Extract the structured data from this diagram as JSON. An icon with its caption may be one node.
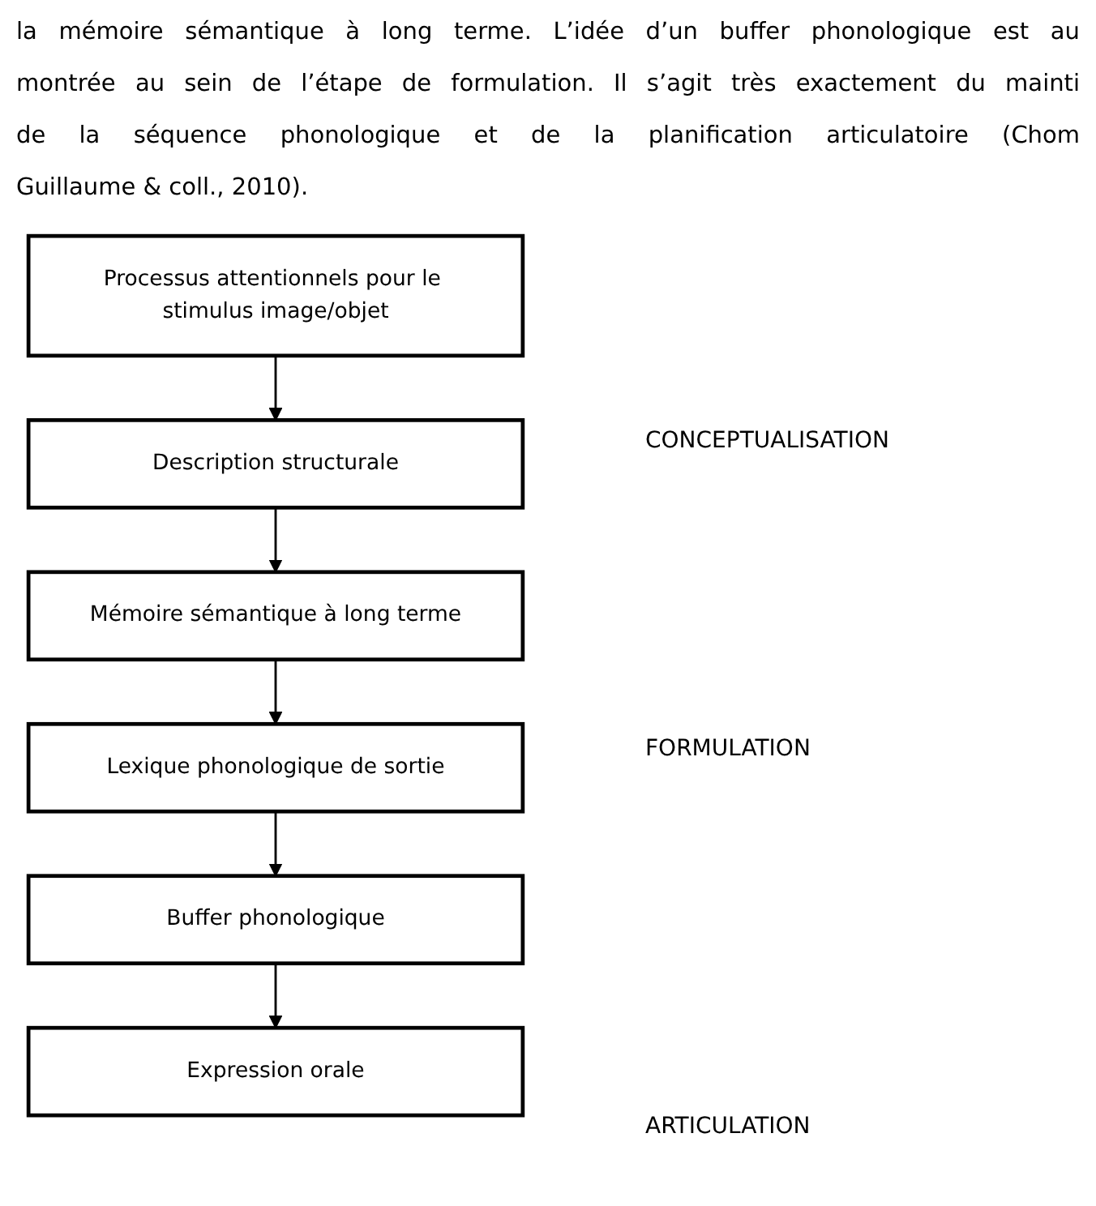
{
  "diagram": {
    "nodes": [
      {
        "text": [
          "Processus attentionnels pour le stimulus image/objet"
        ]
      },
      {
        "text": [
          "Description structurale"
        ]
      },
      {
        "text": [
          "Mémoire sémantique à long terme"
        ]
      },
      {
        "text": [
          "Lexique phonologique de sortie"
        ]
      },
      {
        "text": [
          "Buffer phonologique"
        ]
      },
      {
        "text": [
          "Expression orale"
        ]
      }
    ],
    "edges": [
      {
        "from": 0,
        "to": 1,
        "arrow": "to"
      },
      {
        "from": 1,
        "to": 2,
        "arrow": "to"
      },
      {
        "from": 2,
        "to": 3,
        "arrow": "to"
      },
      {
        "from": 3,
        "to": 4,
        "arrow": "to"
      },
      {
        "from": 4,
        "to": 5,
        "arrow": "to"
      }
    ],
    "labels": [
      "la mémoire sémantique à long terme. L’idée d’un buffer phonologique est au",
      "montrée au sein de l’étape de formulation. Il s’agit très exactement du mainti",
      "de la séquence phonologique et de la planification articulatoire (Chom",
      "Guillaume & coll., 2010).",
      "CONCEPTUALISATION",
      "FORMULATION",
      "ARTICULATION"
    ]
  }
}
